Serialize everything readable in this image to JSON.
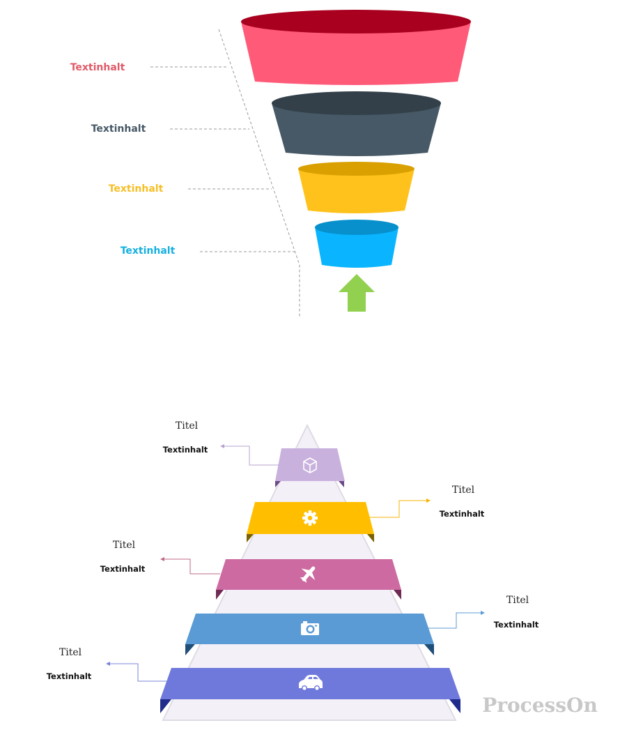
{
  "funnel": {
    "colors": {
      "dashed_line": "#9a9a9a",
      "arrow": "#92d050"
    },
    "stages": [
      {
        "label": "Textinhalt",
        "color": "#ff5a78",
        "top_color": "#a8001e",
        "label_color": "#e05a68"
      },
      {
        "label": "Textinhalt",
        "color": "#475966",
        "top_color": "#334049",
        "label_color": "#475966"
      },
      {
        "label": "Textinhalt",
        "color": "#ffc21c",
        "top_color": "#d9a000",
        "label_color": "#f7bf26"
      },
      {
        "label": "Textinhalt",
        "color": "#0ab4ff",
        "top_color": "#0790cc",
        "label_color": "#16b0e0"
      }
    ]
  },
  "pyramid": {
    "colors": {
      "body": "#f3f0f8",
      "edge": "#dedbe4"
    },
    "levels": [
      {
        "icon": "cube-icon",
        "title": "Titel",
        "text": "Textinhalt",
        "side": "left",
        "color": "#c9b1de",
        "fold_color": "#6b4a88",
        "line_color": "#b9a3d1"
      },
      {
        "icon": "gear-icon",
        "title": "Titel",
        "text": "Textinhalt",
        "side": "right",
        "color": "#ffbf00",
        "fold_color": "#7a6200",
        "line_color": "#f4b400"
      },
      {
        "icon": "airplane-icon",
        "title": "Titel",
        "text": "Textinhalt",
        "side": "left",
        "color": "#cc6aa1",
        "fold_color": "#6f2a55",
        "line_color": "#c06a8a"
      },
      {
        "icon": "camera-icon",
        "title": "Titel",
        "text": "Textinhalt",
        "side": "right",
        "color": "#5b9bd5",
        "fold_color": "#1f4e79",
        "line_color": "#5b9bd5"
      },
      {
        "icon": "car-icon",
        "title": "Titel",
        "text": "Textinhalt",
        "side": "left",
        "color": "#6f79db",
        "fold_color": "#1f2c8c",
        "line_color": "#7b84d8"
      }
    ]
  },
  "watermark": {
    "text": "ProcessOn",
    "color": "#c8c8c8"
  }
}
